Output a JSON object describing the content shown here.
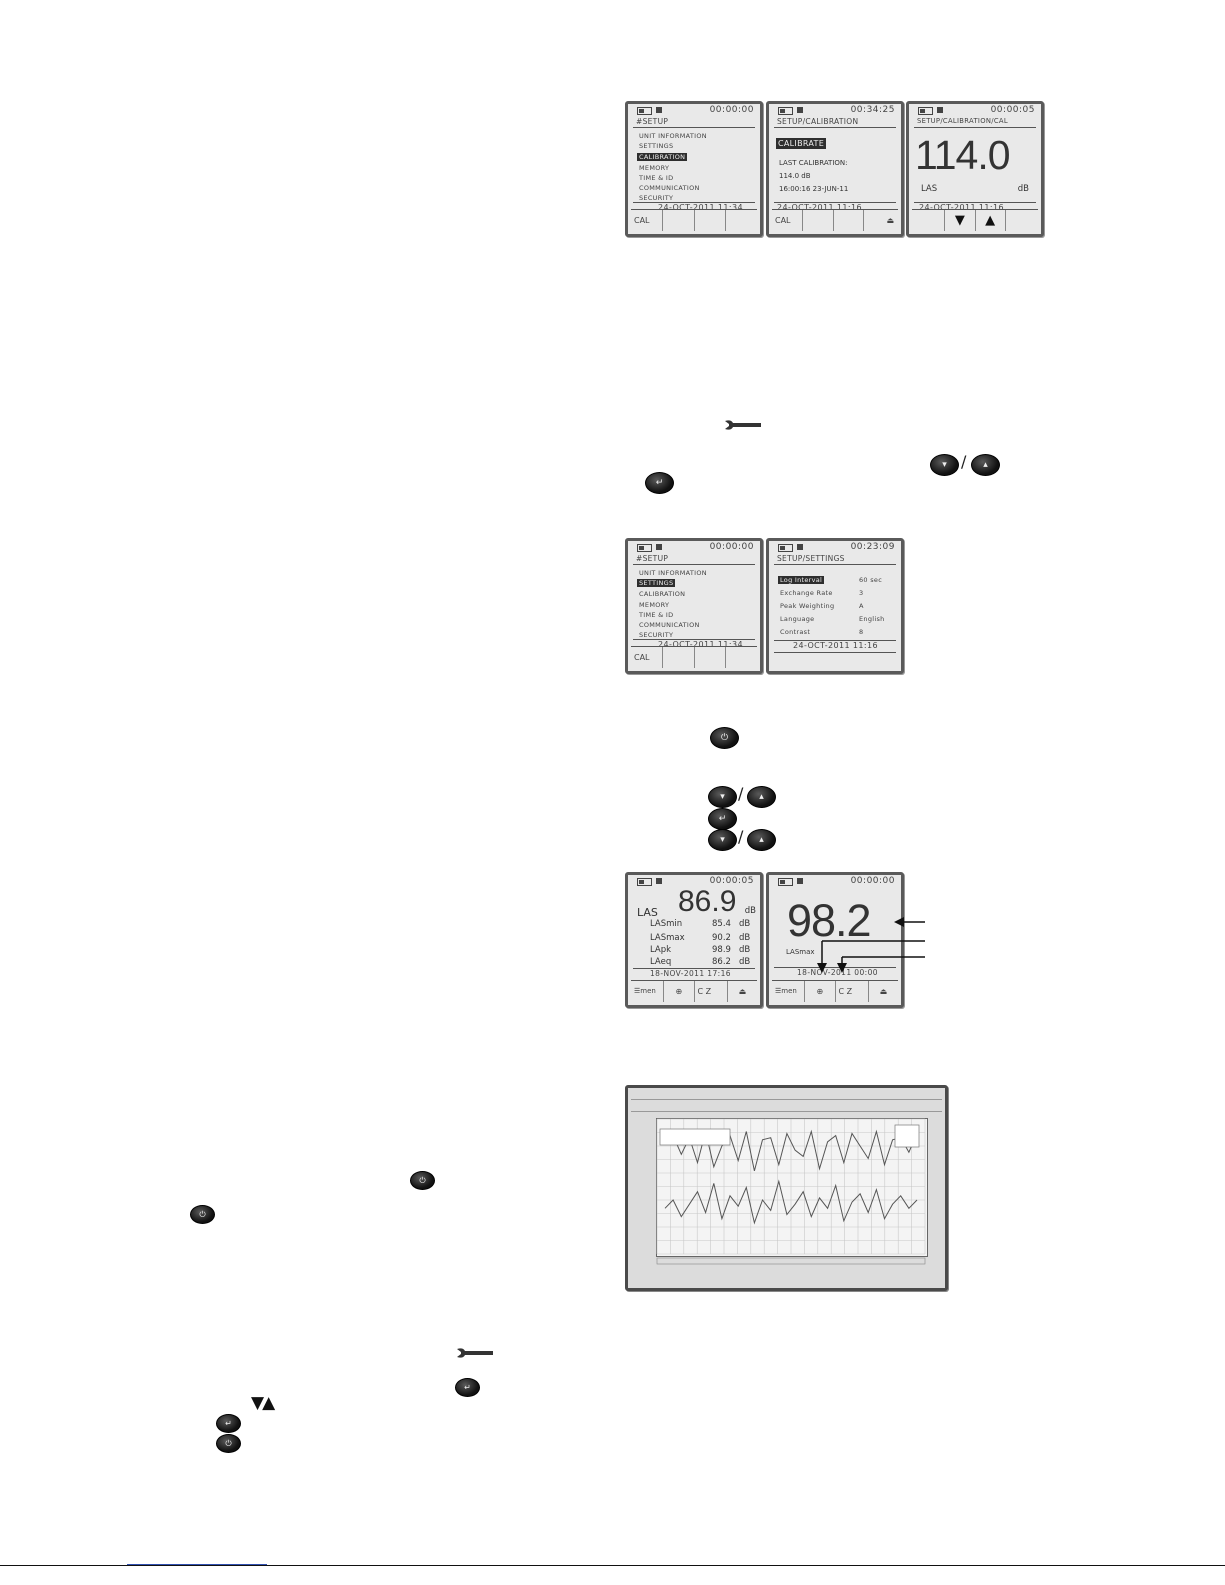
{
  "calibration_row": {
    "setup": {
      "time": "00:00:00",
      "title": "#SETUP",
      "items": [
        "UNIT INFORMATION",
        "SETTINGS",
        "CALIBRATION",
        "MEMORY",
        "TIME & ID",
        "COMMUNICATION",
        "SECURITY"
      ],
      "selected_index": 2,
      "date": "24-OCT-2011   11:34",
      "softkeys": [
        "CAL",
        "",
        "",
        ""
      ]
    },
    "calibration": {
      "time": "00:34:25",
      "title": "SETUP/CALIBRATION",
      "calibrate_label": "CALIBRATE",
      "last_cal_label": "LAST CALIBRATION:",
      "last_cal_value": "114.0 dB",
      "last_cal_date": "16:00:16  23-JUN-11",
      "date": "24-OCT-2011   11:16",
      "softkeys": [
        "CAL",
        "",
        "",
        "⏏"
      ]
    },
    "calibrate": {
      "time": "00:00:05",
      "title": "SETUP/CALIBRATION/CAL",
      "value": "114.0",
      "measure_label": "LAS",
      "unit": "dB",
      "date": "24-OCT-2011   11:16",
      "softkeys": [
        "",
        "▼",
        "▲",
        ""
      ]
    }
  },
  "settings_row": {
    "setup": {
      "time": "00:00:00",
      "title": "#SETUP",
      "items": [
        "UNIT INFORMATION",
        "SETTINGS",
        "CALIBRATION",
        "MEMORY",
        "TIME & ID",
        "COMMUNICATION",
        "SECURITY"
      ],
      "selected_index": 1,
      "date": "24-OCT-2011   11:34",
      "softkeys": [
        "CAL",
        "",
        "",
        ""
      ]
    },
    "settings": {
      "time": "00:23:09",
      "title": "SETUP/SETTINGS",
      "rows": [
        {
          "label": "Log Interval",
          "value": "60 sec"
        },
        {
          "label": "Exchange Rate",
          "value": "3"
        },
        {
          "label": "Peak Weighting",
          "value": "A"
        },
        {
          "label": "Language",
          "value": "English"
        },
        {
          "label": "Contrast",
          "value": "8"
        }
      ],
      "date": "24-OCT-2011   11:16"
    }
  },
  "measure_row": {
    "multi": {
      "time": "00:00:05",
      "main_label": "LAS",
      "main_value": "86.9",
      "main_unit": "dB",
      "rows": [
        {
          "label": "LASmin",
          "value": "85.4",
          "unit": "dB"
        },
        {
          "label": "LASmax",
          "value": "90.2",
          "unit": "dB"
        },
        {
          "label": "LApk",
          "value": "98.9",
          "unit": "dB"
        },
        {
          "label": "LAeq",
          "value": "86.2",
          "unit": "dB"
        }
      ],
      "date": "18-NOV-2011   17:16",
      "softkeys": [
        "☰men",
        "⊕",
        "C Z",
        "⏏"
      ]
    },
    "single": {
      "time": "00:00:00",
      "value": "98.2",
      "label": "LASmax",
      "date": "18-NOV-2011   00:00",
      "softkeys": [
        "☰men",
        "⊕",
        "C Z",
        "⏏"
      ]
    }
  },
  "chart_data": {
    "type": "line",
    "series": [
      {
        "values": [
          98,
          97,
          88,
          96,
          84,
          99,
          82,
          92,
          97,
          85,
          99,
          80,
          95,
          96,
          83,
          98,
          90,
          87,
          99,
          81,
          94,
          97,
          84,
          98,
          92,
          86,
          99,
          83,
          95,
          96,
          89,
          98
        ]
      },
      {
        "values": [
          62,
          66,
          58,
          64,
          70,
          60,
          74,
          57,
          68,
          63,
          72,
          55,
          66,
          61,
          75,
          59,
          64,
          70,
          58,
          67,
          62,
          73,
          56,
          65,
          69,
          60,
          71,
          57,
          64,
          68,
          62,
          66
        ]
      }
    ],
    "ylim": [
      40,
      105
    ],
    "grid": true,
    "legend_position": "top-right"
  }
}
